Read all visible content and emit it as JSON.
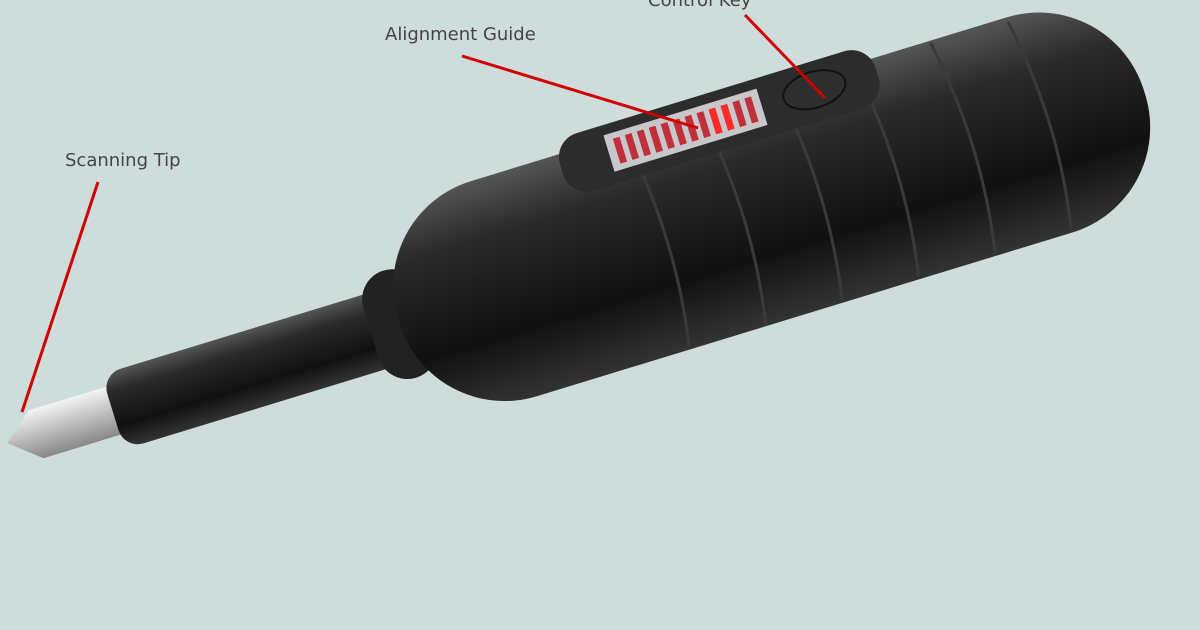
{
  "labels": {
    "control_key": "Control Key",
    "alignment_guide": "Alignment Guide",
    "scanning_tip": "Scanning Tip"
  },
  "colors": {
    "background": "#cfdcdc",
    "leader_line": "#d00000",
    "body": "#1c1c1c",
    "indicator": "#e0202a"
  }
}
